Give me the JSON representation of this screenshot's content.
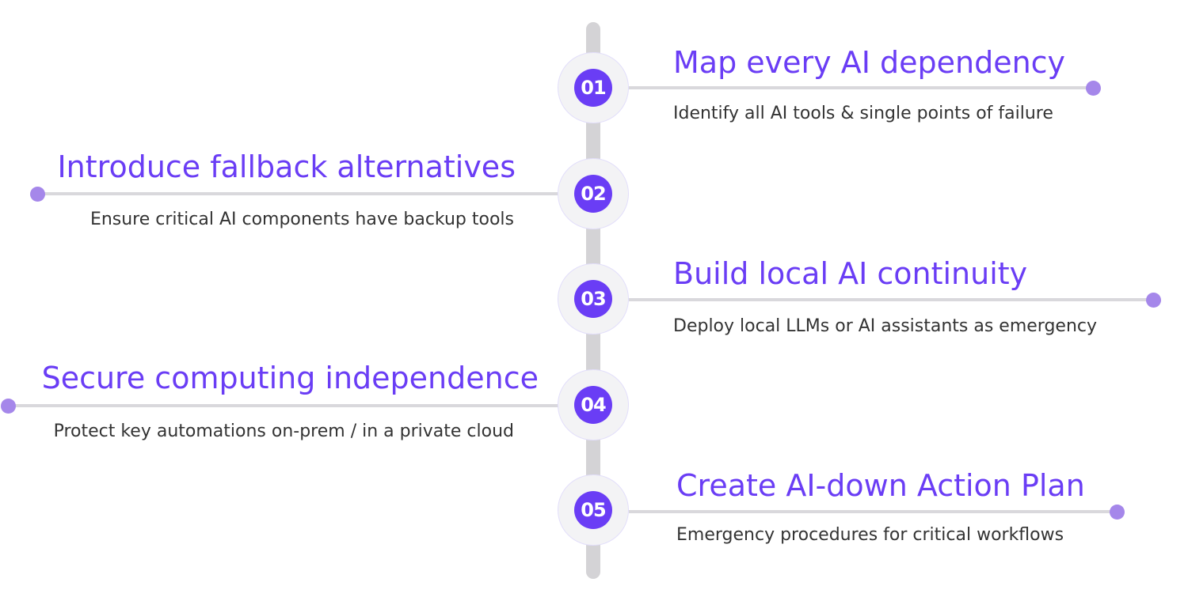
{
  "colors": {
    "accent": "#6a3df5",
    "dot": "#a587ea",
    "connector": "#d9d8dc",
    "spine": "#d4d3d6",
    "node_bg": "#f3f3f5",
    "text": "#333333"
  },
  "steps": [
    {
      "number": "01",
      "title": "Map every AI dependency",
      "description": "Identify all AI tools & single points of failure",
      "side": "right"
    },
    {
      "number": "02",
      "title": "Introduce fallback alternatives",
      "description": "Ensure critical AI components have backup tools",
      "side": "left"
    },
    {
      "number": "03",
      "title": "Build local AI continuity",
      "description": "Deploy local LLMs or AI assistants as emergency",
      "side": "right"
    },
    {
      "number": "04",
      "title": "Secure computing independence",
      "description": "Protect key automations on-prem / in a private cloud",
      "side": "left"
    },
    {
      "number": "05",
      "title": "Create AI-down Action Plan",
      "description": "Emergency procedures for critical workflows",
      "side": "right"
    }
  ]
}
